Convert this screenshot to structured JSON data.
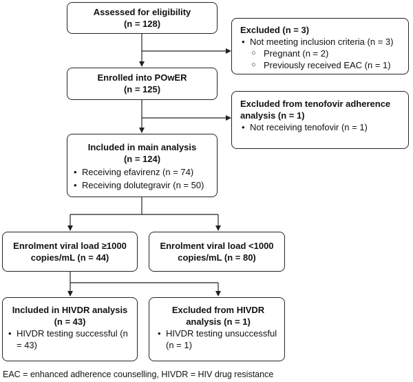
{
  "assessed": {
    "title": "Assessed for eligibility",
    "count": "(n = 128)"
  },
  "excluded": {
    "title": "Excluded (n = 3)",
    "item": "Not meeting inclusion criteria (n = 3)",
    "subitems": [
      "Pregnant (n = 2)",
      "Previously received EAC (n = 1)"
    ]
  },
  "enrolled": {
    "title": "Enrolled into POwER",
    "count": "(n = 125)"
  },
  "excluded_tenofovir": {
    "title_line1": "Excluded from tenofovir adherence",
    "title_line2": "analysis (n = 1)",
    "item": "Not receiving tenofovir (n = 1)"
  },
  "main_analysis": {
    "title": "Included in main analysis",
    "count": "(n = 124)",
    "items": [
      "Receiving efavirenz (n = 74)",
      "Receiving dolutegravir (n = 50)"
    ]
  },
  "vl_high": {
    "line1": "Enrolment viral load ≥1000",
    "line2": "copies/mL (n = 44)"
  },
  "vl_low": {
    "line1": "Enrolment viral load <1000",
    "line2": "copies/mL (n = 80)"
  },
  "hivdr_included": {
    "title": "Included in HIVDR analysis",
    "count": "(n = 43)",
    "item_line1": "HIVDR testing successful (n",
    "item_line2": "= 43)"
  },
  "hivdr_excluded": {
    "title_line1": "Excluded from HIVDR",
    "title_line2": "analysis (n = 1)",
    "item_line1": "HIVDR testing unsuccessful",
    "item_line2": "(n = 1)"
  },
  "footnote": "EAC = enhanced adherence counselling, HIVDR = HIV drug resistance",
  "colors": {
    "line": "#222222",
    "text": "#111111",
    "background": "#ffffff"
  }
}
